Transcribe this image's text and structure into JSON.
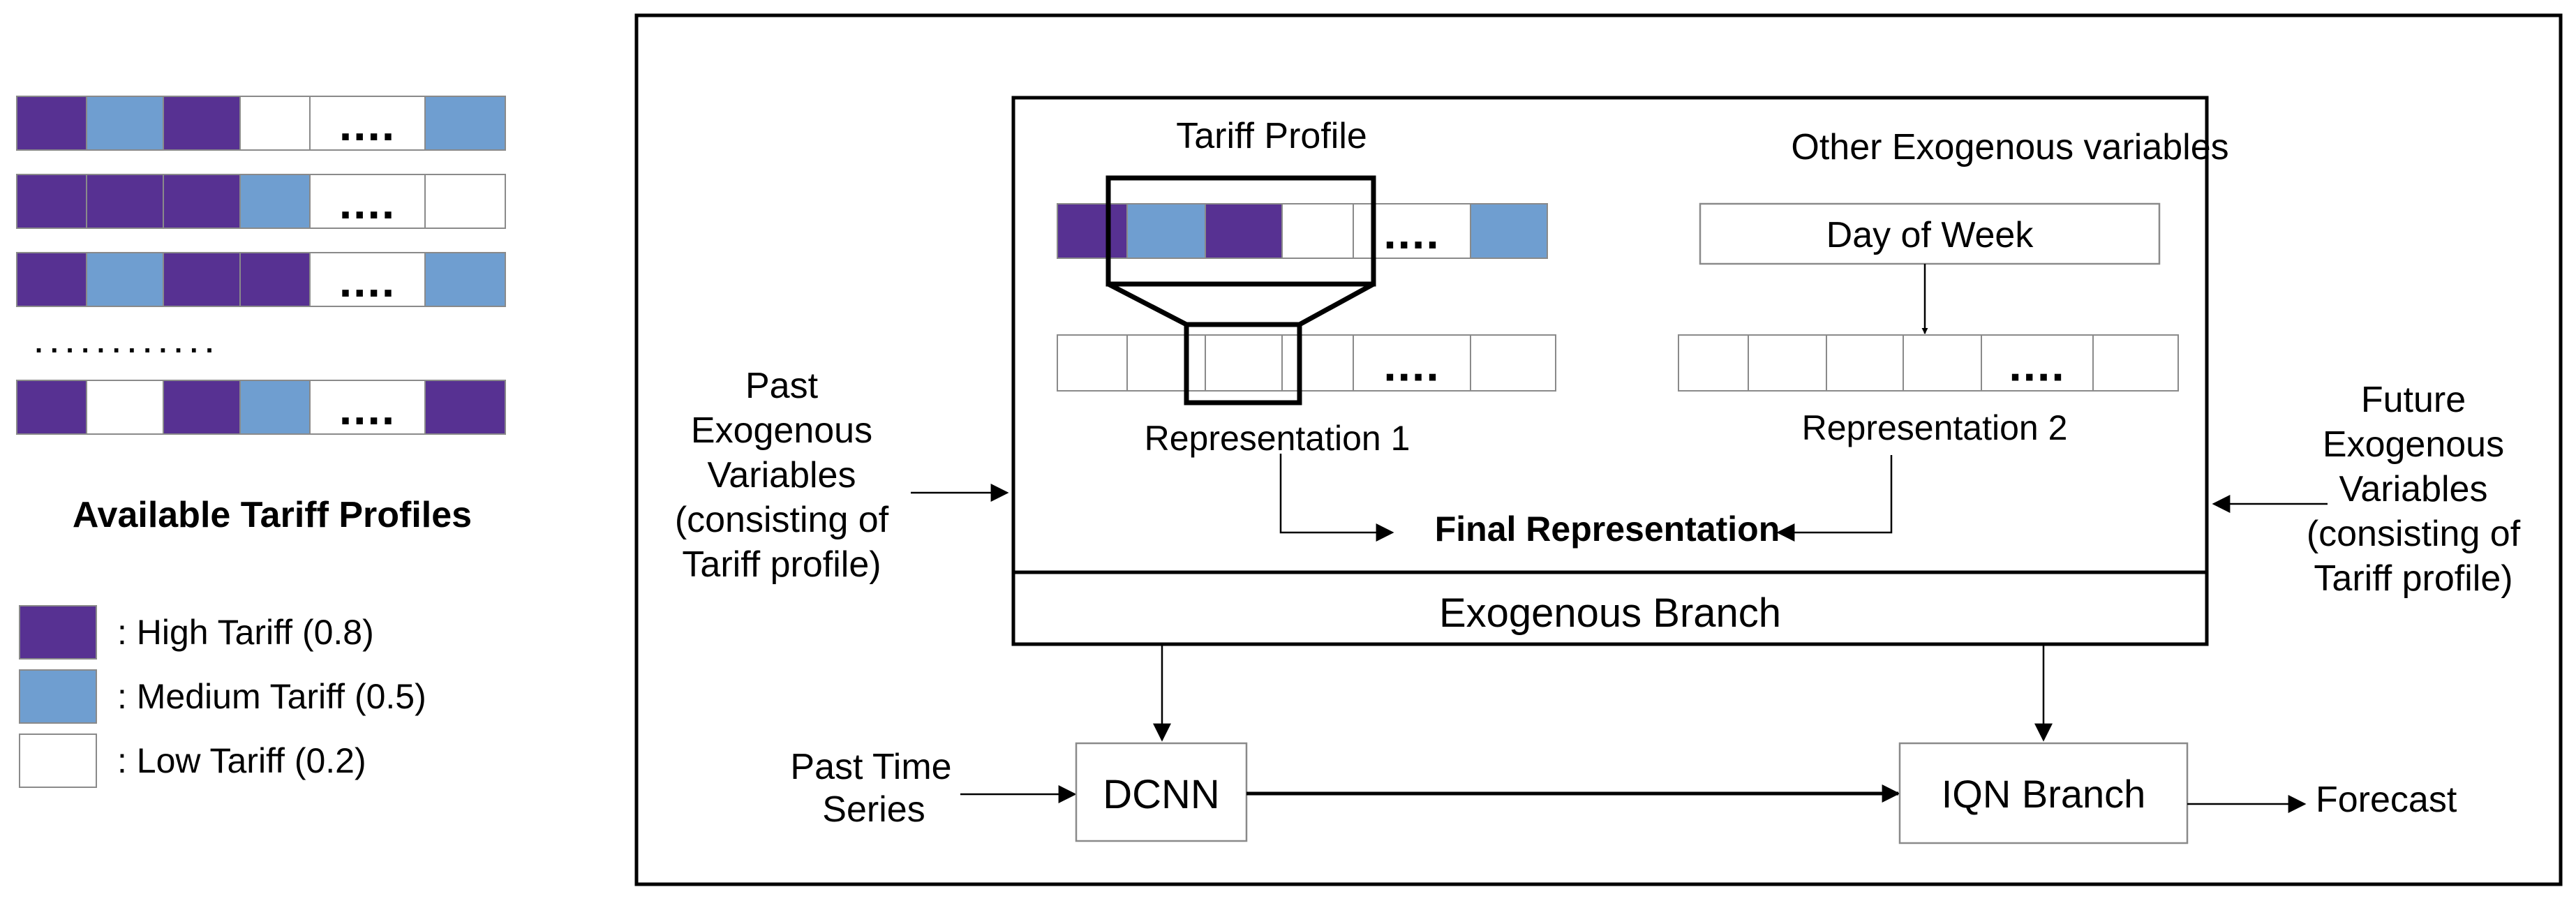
{
  "colors": {
    "high": "#573192",
    "medium": "#6f9ed0",
    "low": "#ffffff"
  },
  "profiles": [
    [
      "high",
      "medium",
      "high",
      "low",
      "dots",
      "medium"
    ],
    [
      "high",
      "high",
      "high",
      "medium",
      "dots",
      "low"
    ],
    [
      "high",
      "medium",
      "high",
      "high",
      "dots",
      "medium"
    ],
    [
      "high",
      "low",
      "high",
      "medium",
      "dots",
      "high"
    ]
  ],
  "profile_dots": "....",
  "row_ellipsis": ". . . . . . . . . . . .",
  "available_title": "Available Tariff Profiles",
  "legend": [
    {
      "level": "high",
      "label": ": High Tariff (0.8)"
    },
    {
      "level": "medium",
      "label": ": Medium Tariff (0.5)"
    },
    {
      "level": "low",
      "label": ": Low Tariff (0.2)"
    }
  ],
  "tariff_profile_title": "Tariff Profile",
  "tariff_profile_cells": [
    "high",
    "medium",
    "high",
    "low",
    "dots",
    "medium"
  ],
  "other_exog_title": "Other Exogenous variables",
  "day_of_week": "Day of Week",
  "representation_1": "Representation 1",
  "representation_2": "Representation 2",
  "final_representation": "Final Representation",
  "exogenous_branch": "Exogenous Branch",
  "past_exog": [
    "Past",
    "Exogenous",
    "Variables",
    "(consisting of",
    "Tariff profile)"
  ],
  "future_exog": [
    "Future",
    "Exogenous",
    "Variables",
    "(consisting of",
    "Tariff profile)"
  ],
  "past_time_series": [
    "Past Time",
    "Series"
  ],
  "dcnn": "DCNN",
  "iqn_branch": "IQN Branch",
  "forecast": "Forecast"
}
